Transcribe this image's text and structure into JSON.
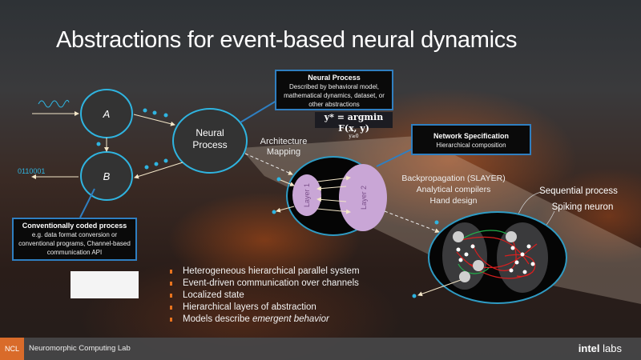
{
  "title": "Abstractions for event-based neural dynamics",
  "diagram": {
    "node_a": "A",
    "node_b": "B",
    "neural_process_node": [
      "Neural",
      "Process"
    ],
    "binary_output": "0110001",
    "architecture_mapping": [
      "Architecture",
      "Mapping"
    ],
    "layer1": "Layer 1",
    "layer2": "Layer 2",
    "methods": [
      "Backpropagation (SLAYER)",
      "Analytical compilers",
      "Hand design"
    ],
    "sequential_process": "Sequential process",
    "spiking_neuron": "Spiking neuron"
  },
  "callouts": {
    "neural_process": {
      "title": "Neural Process",
      "text": "Described by behavioral model, mathematical dynamics, dataset, or other abstractions"
    },
    "formula": {
      "main": "y* = argmin F(x, y)",
      "sub": "y≥0"
    },
    "network_spec": {
      "title": "Network Specification",
      "text": "Hierarchical composition"
    },
    "conventional": {
      "title": "Conventionally coded process",
      "text": "e.g. data format conversion or conventional programs, Channel-based communication API"
    }
  },
  "bullets": [
    "Heterogeneous hierarchical parallel system",
    "Event-driven communication over channels",
    "Localized state",
    "Hierarchical layers of abstraction",
    "Models describe emergent behavior"
  ],
  "footer": {
    "badge": "NCL",
    "lab": "Neuromorphic Computing Lab",
    "brand_bold": "intel",
    "brand_light": "labs"
  },
  "colors": {
    "accent_blue": "#2fb4e0",
    "orange": "#e8731e",
    "layer_purple": "#c9a6d6",
    "link_blue": "#2f7fc1"
  }
}
